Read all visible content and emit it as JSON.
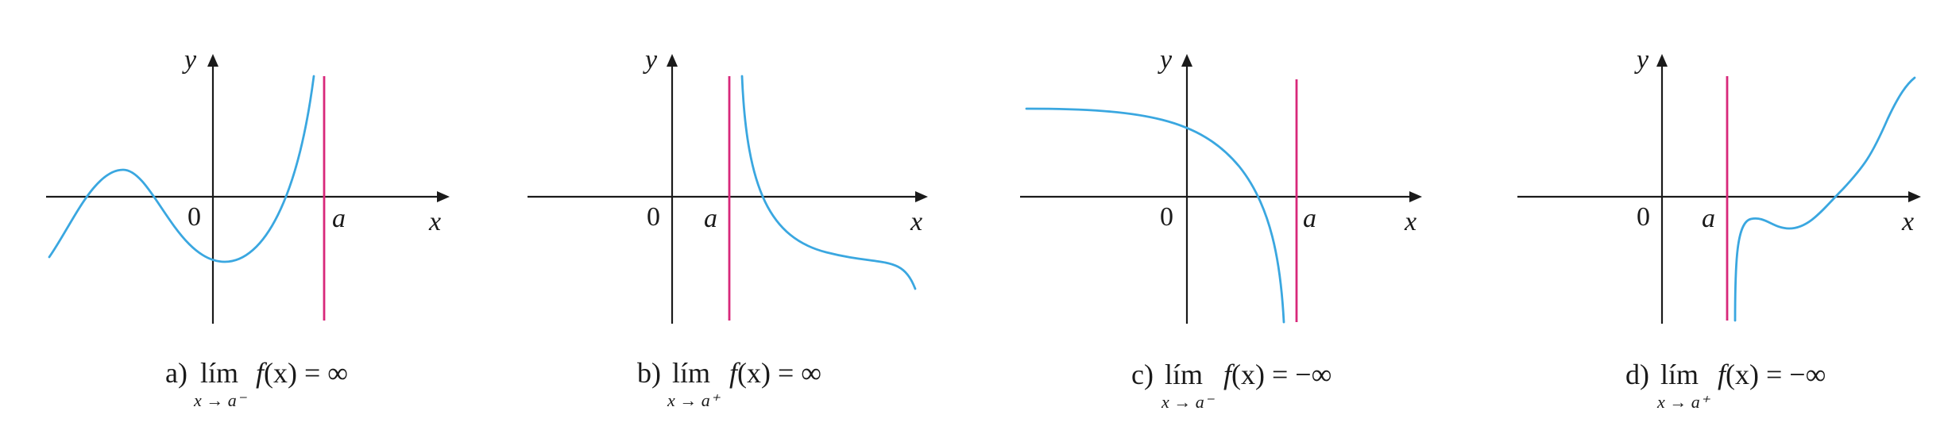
{
  "panels": [
    {
      "axis_y": "y",
      "axis_x": "x",
      "origin": "0",
      "mark": "a",
      "caption": {
        "prefix": "a)",
        "lim": "lím",
        "sub": "x → a⁻",
        "fn": "f",
        "arg": "(x)",
        "rel": " = ∞"
      }
    },
    {
      "axis_y": "y",
      "axis_x": "x",
      "origin": "0",
      "mark": "a",
      "caption": {
        "prefix": "b)",
        "lim": "lím",
        "sub": "x → a⁺",
        "fn": "f",
        "arg": "(x)",
        "rel": " = ∞"
      }
    },
    {
      "axis_y": "y",
      "axis_x": "x",
      "origin": "0",
      "mark": "a",
      "caption": {
        "prefix": "c)",
        "lim": "lím",
        "sub": "x → a⁻",
        "fn": "f",
        "arg": "(x)",
        "rel": " = −∞"
      }
    },
    {
      "axis_y": "y",
      "axis_x": "x",
      "origin": "0",
      "mark": "a",
      "caption": {
        "prefix": "d)",
        "lim": "lím",
        "sub": "x → a⁺",
        "fn": "f",
        "arg": "(x)",
        "rel": " = −∞"
      }
    }
  ],
  "colors": {
    "curve": "#3aa7e0",
    "asymptote": "#d8287a",
    "axes": "#1a1a1a"
  }
}
